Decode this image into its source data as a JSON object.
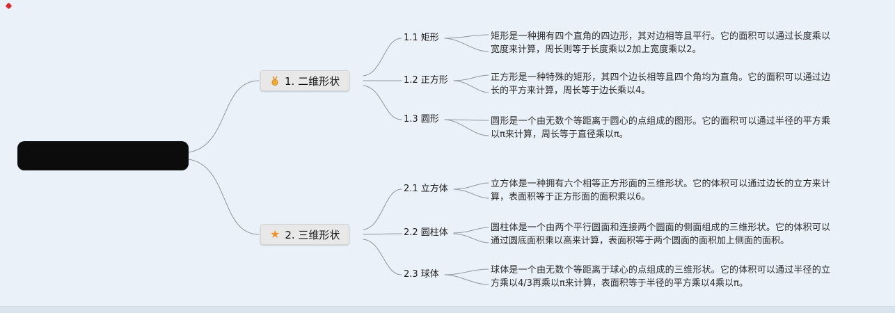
{
  "colors": {
    "background": "#eaf1f8",
    "root_fill": "#0c0c0c",
    "branch_box": "#e8e8e8",
    "connector": "#8f969c",
    "icon_orange": "#ef9126"
  },
  "root": {
    "label": ""
  },
  "branches": [
    {
      "icon": "medal-icon",
      "label": "1. 二维形状",
      "children": [
        {
          "label": "1.1 矩形",
          "desc": "矩形是一种拥有四个直角的四边形，其对边相等且平行。它的面积可以通过长度乘以宽度来计算，周长则等于长度乘以2加上宽度乘以2。"
        },
        {
          "label": "1.2 正方形",
          "desc": "正方形是一种特殊的矩形，其四个边长相等且四个角均为直角。它的面积可以通过边长的平方来计算，周长等于边长乘以4。"
        },
        {
          "label": "1.3 圆形",
          "desc": "圆形是一个由无数个等距离于圆心的点组成的图形。它的面积可以通过半径的平方乘以π来计算，周长等于直径乘以π。"
        }
      ]
    },
    {
      "icon": "star-icon",
      "icon_glyph": "★",
      "label": "2. 三维形状",
      "children": [
        {
          "label": "2.1 立方体",
          "desc": "立方体是一种拥有六个相等正方形面的三维形状。它的体积可以通过边长的立方来计算，表面积等于正方形面的面积乘以6。"
        },
        {
          "label": "2.2 圆柱体",
          "desc": "圆柱体是一个由两个平行圆面和连接两个圆面的侧面组成的三维形状。它的体积可以通过圆底面积乘以高来计算，表面积等于两个圆面的面积加上侧面的面积。"
        },
        {
          "label": "2.3 球体",
          "desc": "球体是一个由无数个等距离于球心的点组成的三维形状。它的体积可以通过半径的立方乘以4/3再乘以π来计算，表面积等于半径的平方乘以4乘以π。"
        }
      ]
    }
  ]
}
